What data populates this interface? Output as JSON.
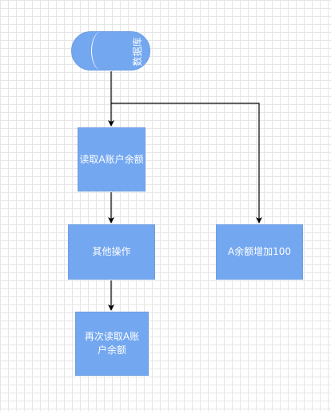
{
  "diagram": {
    "nodes": {
      "database": {
        "label": "数据库",
        "shape": "cylinder"
      },
      "read_balance_1": {
        "label": "读取A账户余额"
      },
      "other_ops": {
        "label": "其他操作"
      },
      "read_balance_2": {
        "label": "再次读取A账户余额"
      },
      "add_balance": {
        "label": "A余额增加100"
      }
    },
    "edges": [
      {
        "from": "database",
        "to": "read_balance_1"
      },
      {
        "from": "database",
        "to": "add_balance"
      },
      {
        "from": "read_balance_1",
        "to": "other_ops"
      },
      {
        "from": "other_ops",
        "to": "read_balance_2"
      }
    ],
    "colors": {
      "node_fill": "#73a7ef",
      "node_border": "#6d9ee2",
      "node_text": "#ffffff",
      "edge": "#000000",
      "grid": "#e6e6e6"
    }
  }
}
